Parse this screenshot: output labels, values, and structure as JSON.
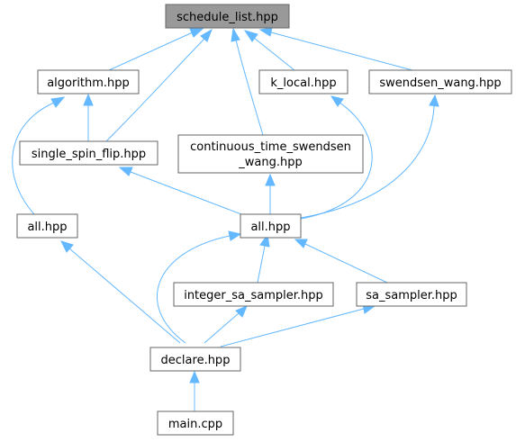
{
  "diagram": {
    "type": "include-dependency-graph",
    "nodes": {
      "schedule_list": {
        "label": "schedule_list.hpp",
        "highlight": true
      },
      "algorithm": {
        "label": "algorithm.hpp"
      },
      "k_local": {
        "label": "k_local.hpp"
      },
      "swendsen_wang": {
        "label": "swendsen_wang.hpp"
      },
      "single_spin_flip": {
        "label": "single_spin_flip.hpp"
      },
      "continuous_time": {
        "label_line1": "continuous_time_swendsen",
        "label_line2": "_wang.hpp"
      },
      "all_left": {
        "label": "all.hpp"
      },
      "all_center": {
        "label": "all.hpp"
      },
      "integer_sa_sampler": {
        "label": "integer_sa_sampler.hpp"
      },
      "sa_sampler": {
        "label": "sa_sampler.hpp"
      },
      "declare": {
        "label": "declare.hpp"
      },
      "main": {
        "label": "main.cpp"
      }
    },
    "edges": [
      {
        "from": "algorithm",
        "to": "schedule_list"
      },
      {
        "from": "single_spin_flip",
        "to": "schedule_list"
      },
      {
        "from": "continuous_time",
        "to": "schedule_list"
      },
      {
        "from": "k_local",
        "to": "schedule_list"
      },
      {
        "from": "swendsen_wang",
        "to": "schedule_list"
      },
      {
        "from": "single_spin_flip",
        "to": "algorithm"
      },
      {
        "from": "all_left",
        "to": "algorithm"
      },
      {
        "from": "all_center",
        "to": "single_spin_flip"
      },
      {
        "from": "all_center",
        "to": "continuous_time"
      },
      {
        "from": "all_center",
        "to": "k_local"
      },
      {
        "from": "all_center",
        "to": "swendsen_wang"
      },
      {
        "from": "integer_sa_sampler",
        "to": "all_center"
      },
      {
        "from": "sa_sampler",
        "to": "all_center"
      },
      {
        "from": "declare",
        "to": "all_center"
      },
      {
        "from": "declare",
        "to": "all_left"
      },
      {
        "from": "declare",
        "to": "integer_sa_sampler"
      },
      {
        "from": "declare",
        "to": "sa_sampler"
      },
      {
        "from": "main",
        "to": "declare"
      }
    ],
    "colors": {
      "edge": "#63b8ff",
      "node_border": "#666666",
      "root_fill": "#999999",
      "node_fill": "#ffffff"
    }
  }
}
